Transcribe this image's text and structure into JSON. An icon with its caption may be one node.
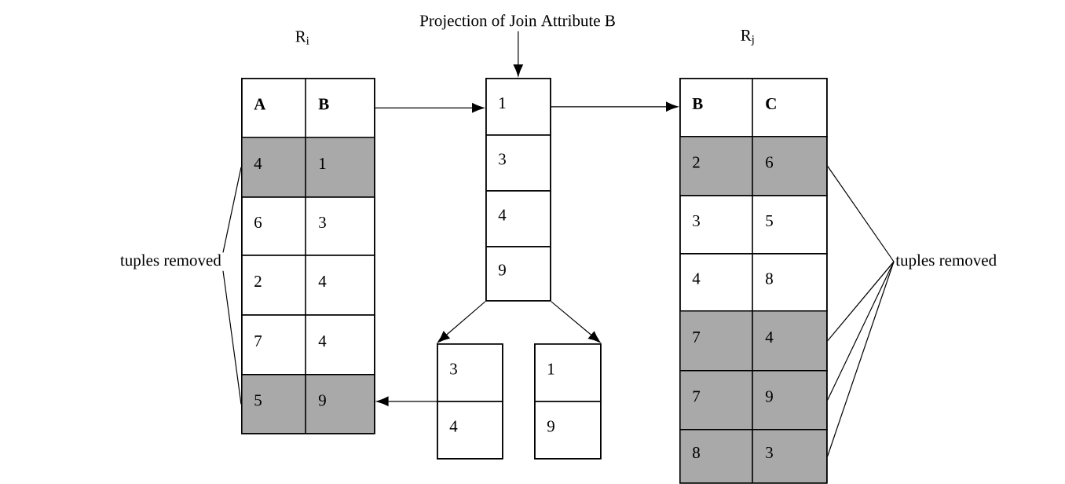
{
  "diagram": {
    "nodes": [
      {
        "text": [
          "Projection of Join Attribute B"
        ]
      },
      {
        "text": [],
        "shape": "box",
        "beside": [
          "R$_{i}$"
        ]
      },
      {
        "text": [
          "A",
          "B"
        ],
        "in": 1
      },
      {
        "text": [
          "4",
          "1"
        ],
        "in": 1
      },
      {
        "text": [
          "6",
          "3"
        ],
        "in": 1
      },
      {
        "text": [
          "2",
          "4"
        ],
        "in": 1
      },
      {
        "text": [
          "7",
          "4"
        ],
        "in": 1
      },
      {
        "text": [
          "5",
          "9"
        ],
        "in": 1
      },
      {
        "text": [],
        "shape": "box"
      },
      {
        "text": [
          "1"
        ],
        "in": 8
      },
      {
        "text": [
          "3"
        ],
        "in": 8
      },
      {
        "text": [
          "4"
        ],
        "in": 8
      },
      {
        "text": [
          "9"
        ],
        "in": 8
      },
      {
        "text": [],
        "shape": "box"
      },
      {
        "text": [
          "3"
        ],
        "in": 13
      },
      {
        "text": [
          "4"
        ],
        "in": 13
      },
      {
        "text": [],
        "shape": "box"
      },
      {
        "text": [
          "1"
        ],
        "in": 16
      },
      {
        "text": [
          "9"
        ],
        "in": 16
      },
      {
        "text": [],
        "shape": "box",
        "beside": [
          "R$_{j}$"
        ]
      },
      {
        "text": [
          "B",
          "C"
        ],
        "in": 19
      },
      {
        "text": [
          "2",
          "6"
        ],
        "in": 19
      },
      {
        "text": [
          "3",
          "5"
        ],
        "in": 19
      },
      {
        "text": [
          "4",
          "8"
        ],
        "in": 19
      },
      {
        "text": [
          "7",
          "4"
        ],
        "in": 19
      },
      {
        "text": [
          "7",
          "9"
        ],
        "in": 19
      },
      {
        "text": [
          "8",
          "3"
        ],
        "in": 19
      },
      {
        "text": [
          "tuples removed"
        ]
      },
      {
        "text": [
          "tuples removed"
        ]
      }
    ],
    "edges": [
      {
        "from": 0,
        "to": 8,
        "arrow": "to"
      },
      {
        "from": 2,
        "to": 9,
        "arrow": "to"
      },
      {
        "from": 9,
        "to": 20,
        "arrow": "to"
      },
      {
        "from": 8,
        "to": 13,
        "arrow": "to"
      },
      {
        "from": 8,
        "to": 16,
        "arrow": "to"
      },
      {
        "from": 13,
        "to": 7,
        "arrow": "to"
      },
      {
        "from": 27,
        "to": 3,
        "arrow": "none"
      },
      {
        "from": 27,
        "to": 7,
        "arrow": "none"
      },
      {
        "from": 28,
        "to": 21,
        "arrow": "none"
      },
      {
        "from": 28,
        "to": 24,
        "arrow": "none"
      },
      {
        "from": 28,
        "to": 25,
        "arrow": "none"
      },
      {
        "from": 28,
        "to": 26,
        "arrow": "none"
      }
    ]
  }
}
